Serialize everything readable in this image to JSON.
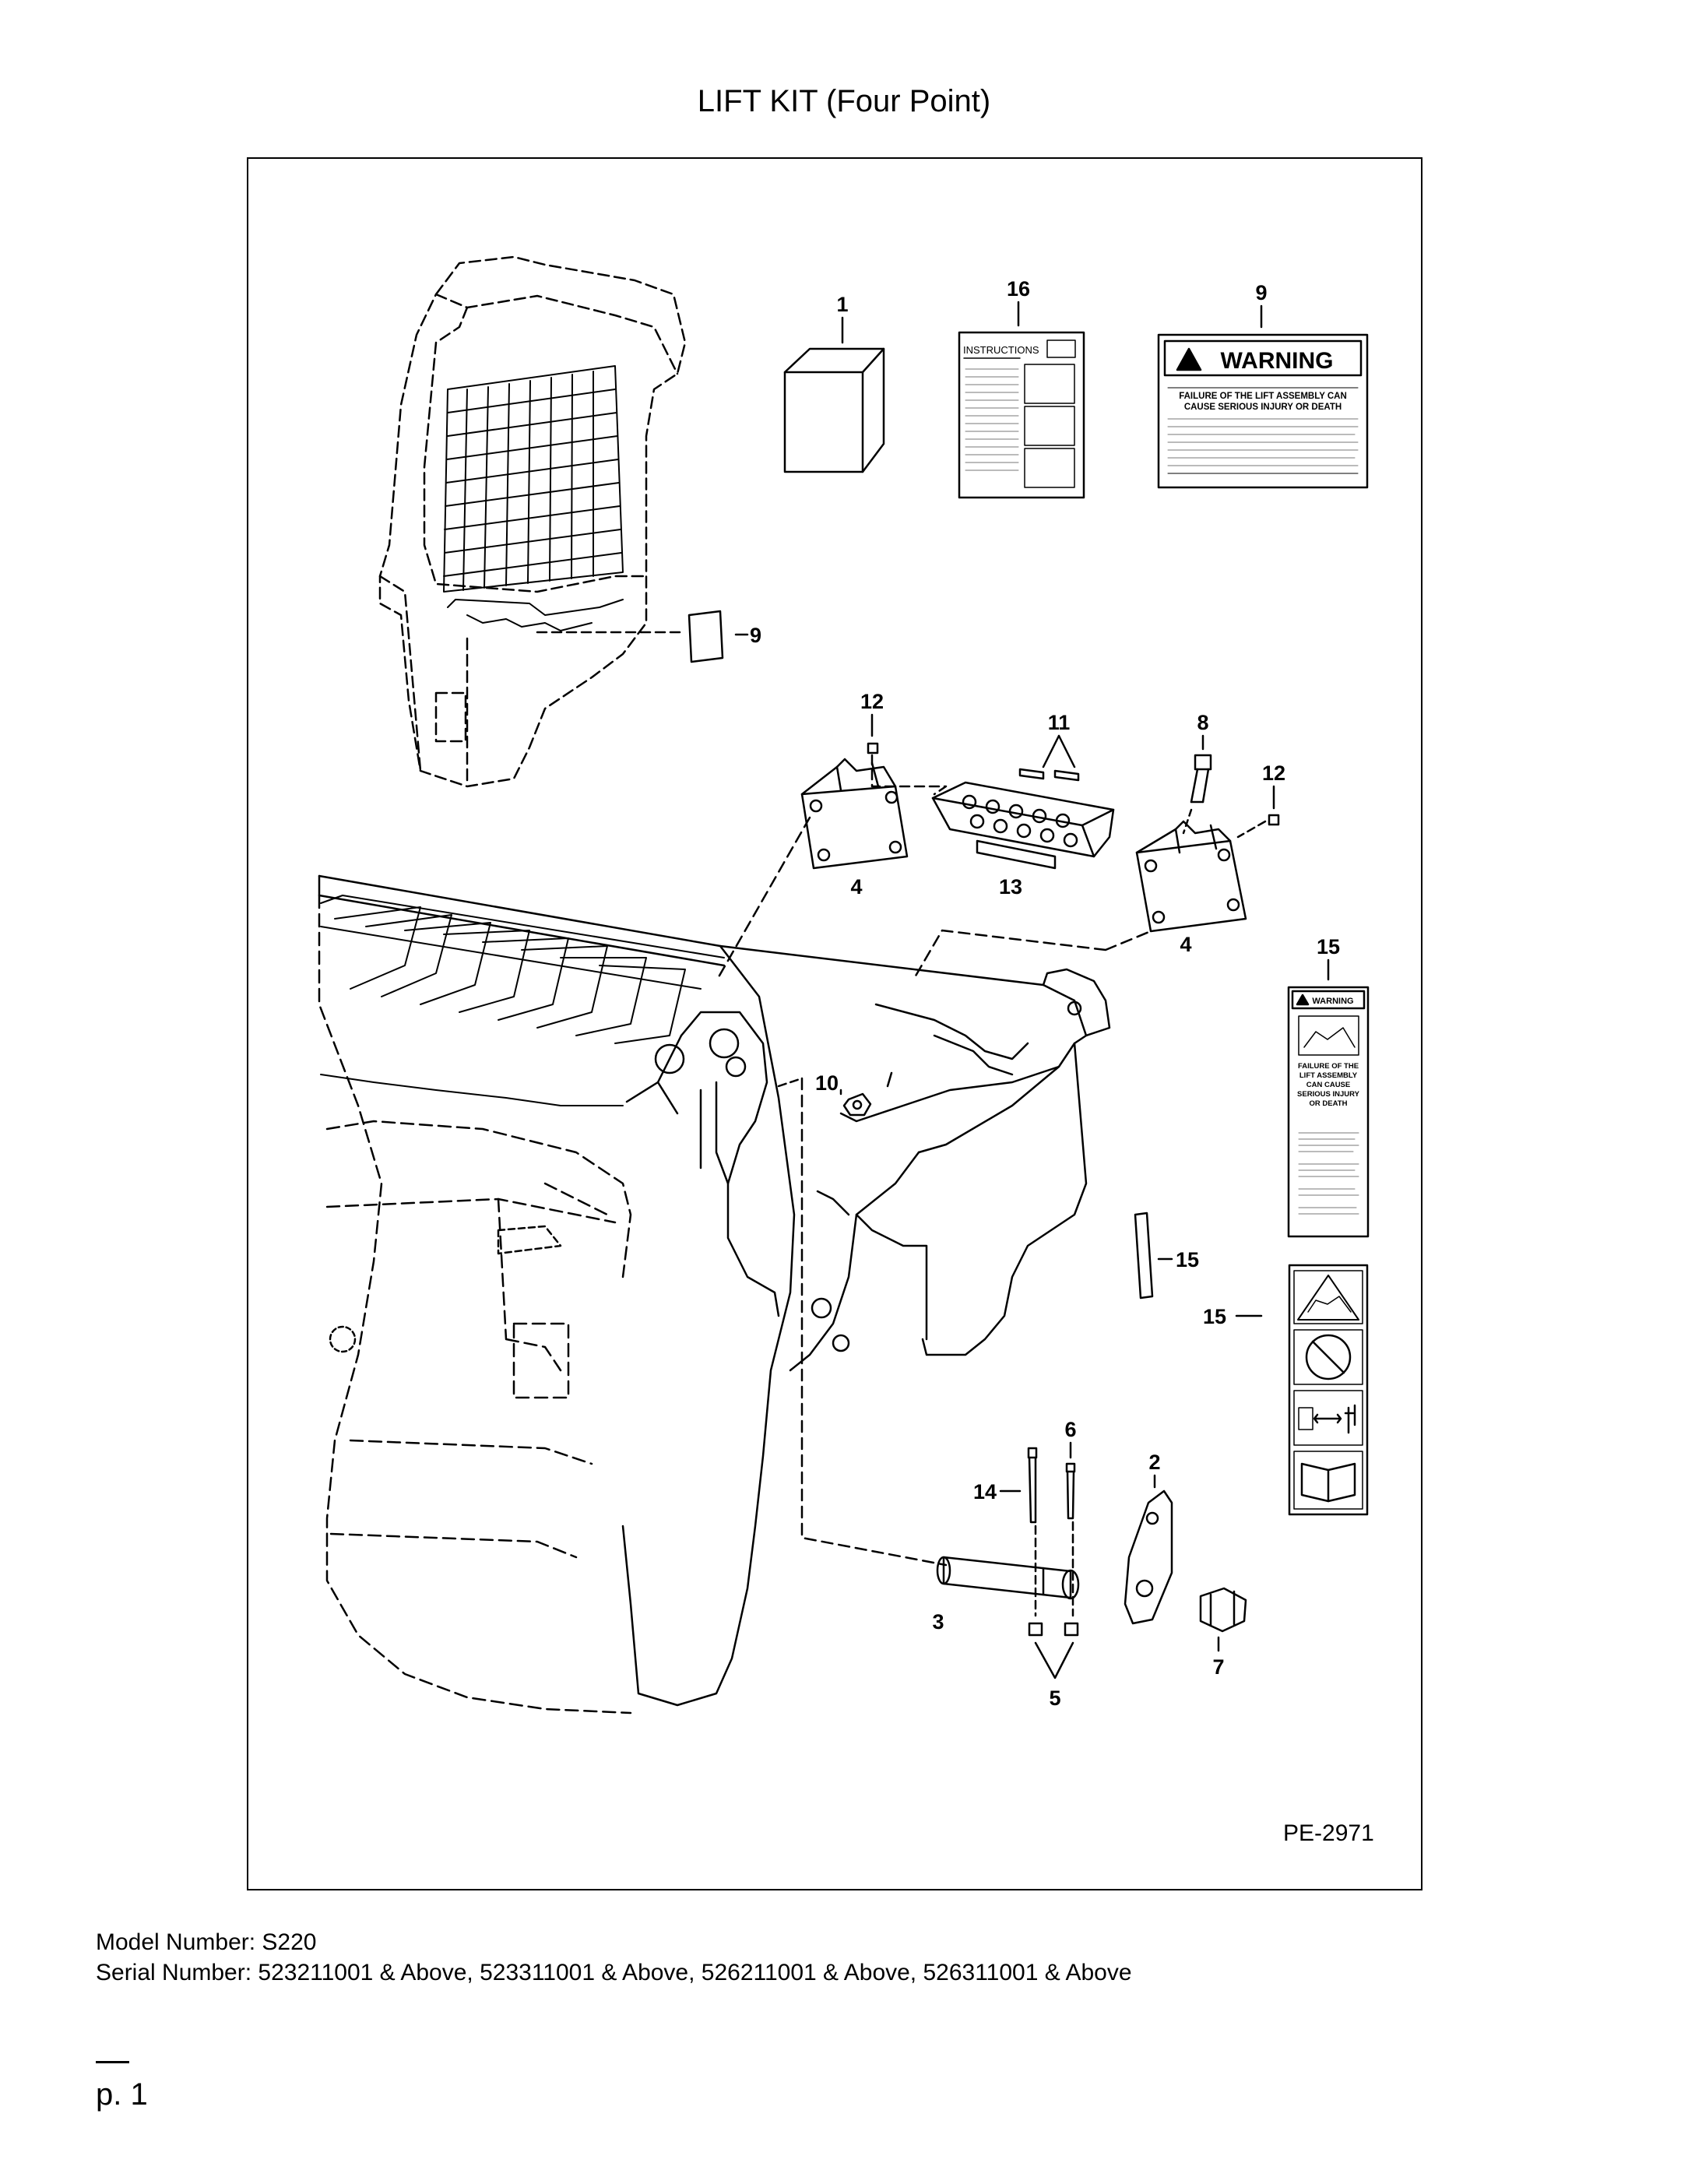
{
  "page": {
    "title": "LIFT KIT (Four Point)",
    "figure_ref": "PE-2971",
    "model_line": "Model Number: S220",
    "serial_line": "Serial Number: 523211001 & Above, 523311001 & Above, 526211001 & Above, 526311001 & Above",
    "page_number": "p. 1"
  },
  "callouts": {
    "c1": "1",
    "c16": "16",
    "c9a": "9",
    "c9b": "9",
    "c12a": "12",
    "c11": "11",
    "c8": "8",
    "c12b": "12",
    "c4a": "4",
    "c13": "13",
    "c4b": "4",
    "c15a": "15",
    "c10": "10",
    "c15b": "15",
    "c15c": "15",
    "c6": "6",
    "c2": "2",
    "c14": "14",
    "c3": "3",
    "c7": "7",
    "c5": "5"
  },
  "decals": {
    "instructions_label": "INSTRUCTIONS",
    "warning_heading": "WARNING",
    "warning_line1": "FAILURE OF THE LIFT ASSEMBLY CAN",
    "warning_line2": "CAUSE SERIOUS INJURY OR DEATH",
    "small_warning_heading": "WARNING",
    "small_warning_l1": "FAILURE OF THE",
    "small_warning_l2": "LIFT ASSEMBLY",
    "small_warning_l3": "CAN CAUSE",
    "small_warning_l4": "SERIOUS INJURY",
    "small_warning_l5": "OR DEATH"
  }
}
